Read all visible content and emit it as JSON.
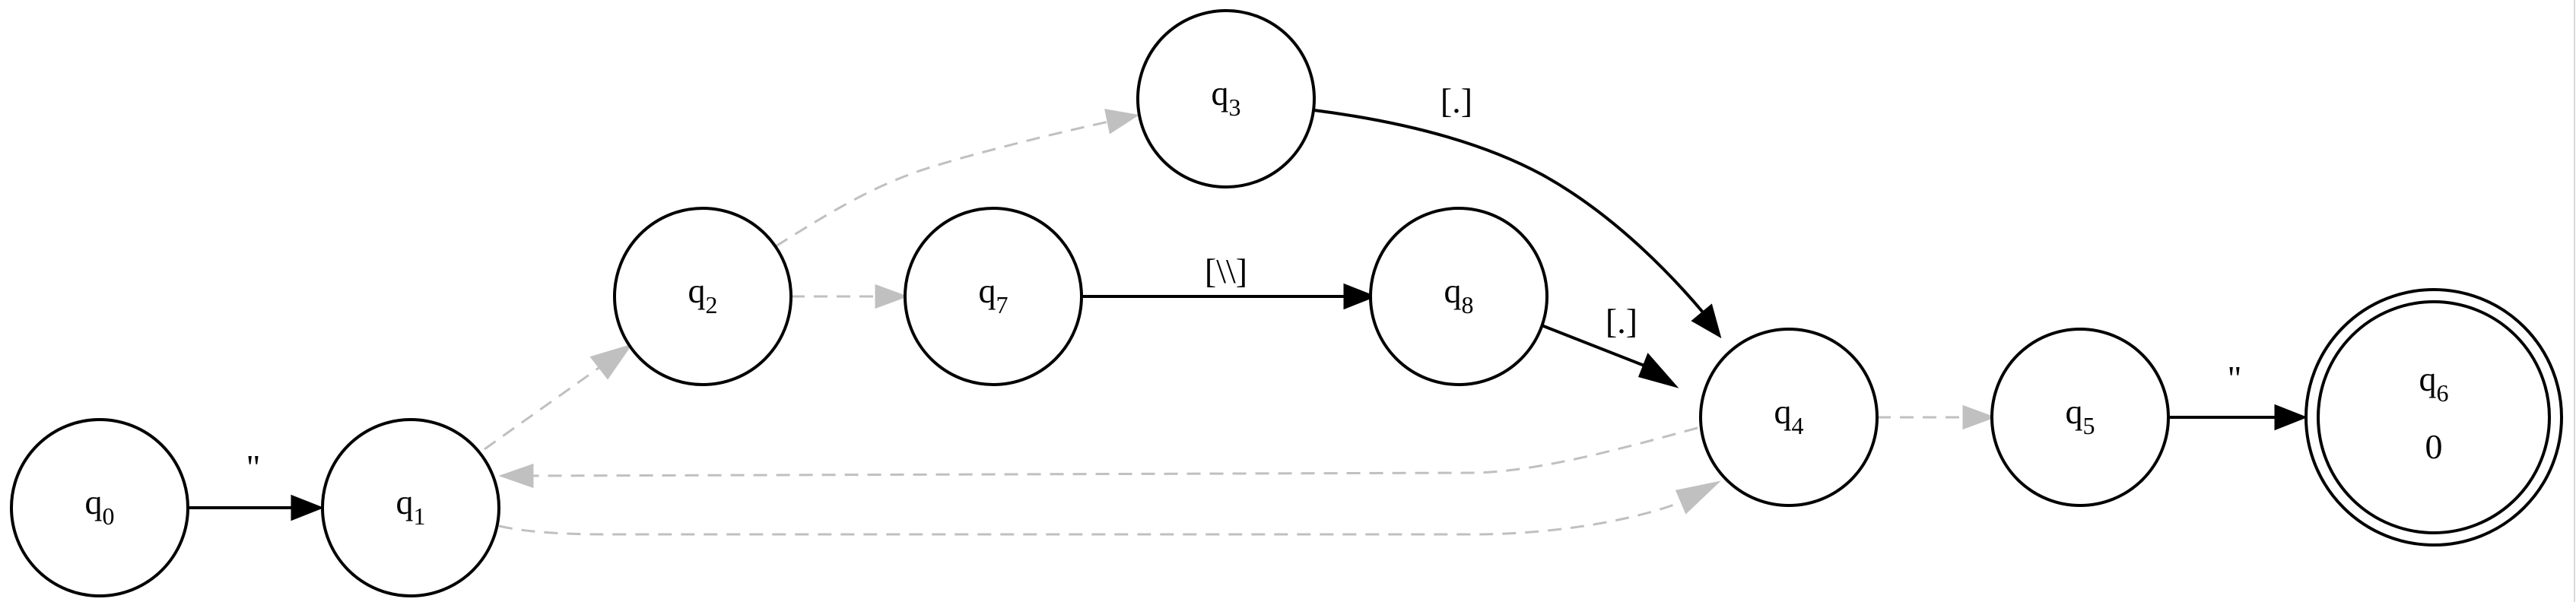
{
  "states": [
    {
      "id": "q0",
      "base": "q",
      "sub": "0"
    },
    {
      "id": "q1",
      "base": "q",
      "sub": "1"
    },
    {
      "id": "q2",
      "base": "q",
      "sub": "2"
    },
    {
      "id": "q3",
      "base": "q",
      "sub": "3"
    },
    {
      "id": "q4",
      "base": "q",
      "sub": "4"
    },
    {
      "id": "q5",
      "base": "q",
      "sub": "5"
    },
    {
      "id": "q6",
      "base": "q",
      "sub": "6",
      "accepting": true,
      "output": "0"
    },
    {
      "id": "q7",
      "base": "q",
      "sub": "7"
    },
    {
      "id": "q8",
      "base": "q",
      "sub": "8"
    }
  ],
  "transitions": [
    {
      "from": "q0",
      "to": "q1",
      "label": "\"",
      "kind": "symbol"
    },
    {
      "from": "q1",
      "to": "q2",
      "label": "",
      "kind": "epsilon"
    },
    {
      "from": "q1",
      "to": "q4",
      "label": "",
      "kind": "epsilon"
    },
    {
      "from": "q2",
      "to": "q3",
      "label": "",
      "kind": "epsilon"
    },
    {
      "from": "q2",
      "to": "q7",
      "label": "",
      "kind": "epsilon"
    },
    {
      "from": "q3",
      "to": "q4",
      "label": "[.]",
      "kind": "symbol"
    },
    {
      "from": "q7",
      "to": "q8",
      "label": "[\\\\]",
      "kind": "symbol"
    },
    {
      "from": "q8",
      "to": "q4",
      "label": "[.]",
      "kind": "symbol"
    },
    {
      "from": "q4",
      "to": "q1",
      "label": "",
      "kind": "epsilon"
    },
    {
      "from": "q4",
      "to": "q5",
      "label": "",
      "kind": "epsilon"
    },
    {
      "from": "q5",
      "to": "q6",
      "label": "\"",
      "kind": "symbol"
    }
  ],
  "colors": {
    "symbol_edge": "#000000",
    "epsilon_edge": "#c0c0c0",
    "node_stroke": "#000000",
    "background": "#ffffff"
  }
}
